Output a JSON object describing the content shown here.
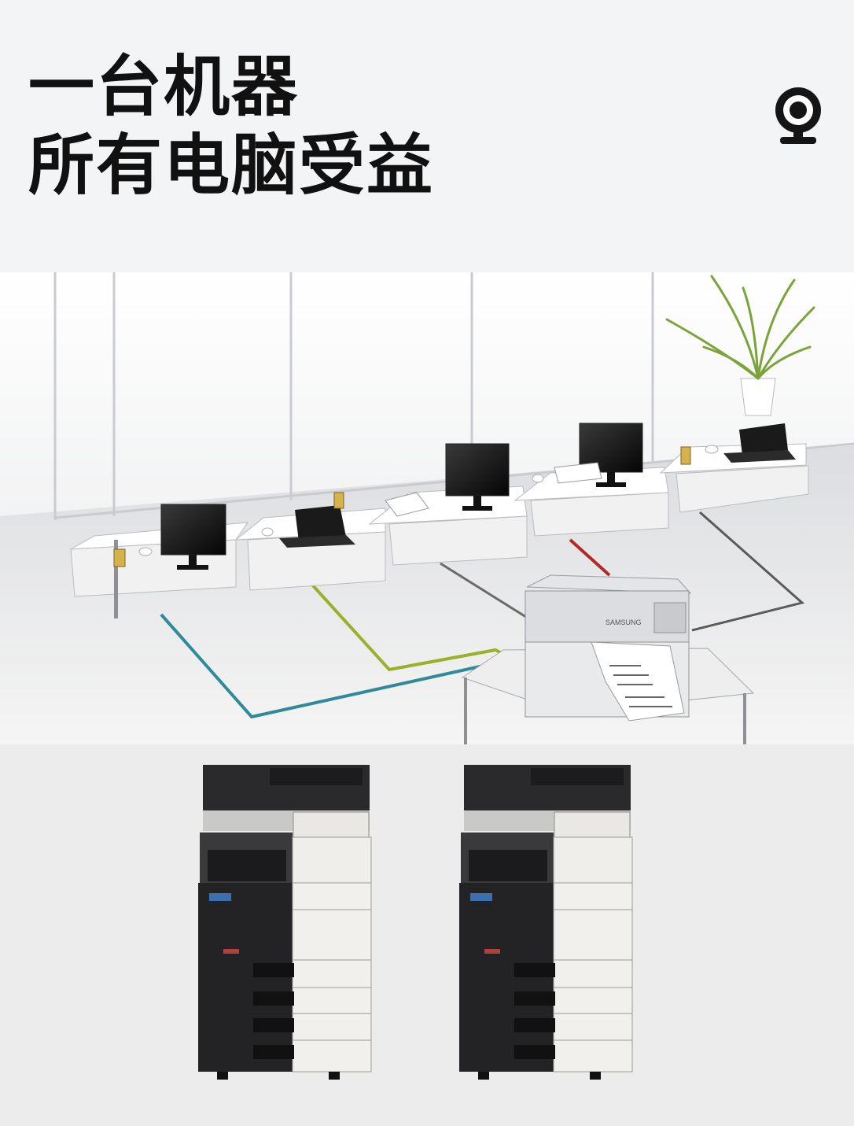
{
  "header": {
    "title_line1": "一台机器",
    "title_line2": "所有电脑受益",
    "icon": "webcam-icon"
  },
  "scene": {
    "icon": "office-network-illustration",
    "printer_brand": "SAMSUNG"
  },
  "copiers": {
    "icon": "multifunction-copier",
    "count": 2
  },
  "colors": {
    "header_bg": "#f3f4f6",
    "title_text": "#111111",
    "copier_bg": "#ececec",
    "cable_teal": "#2f8a9a",
    "cable_green": "#9ab02a",
    "cable_red": "#b02a2a",
    "cable_gray": "#5a5a5a"
  }
}
